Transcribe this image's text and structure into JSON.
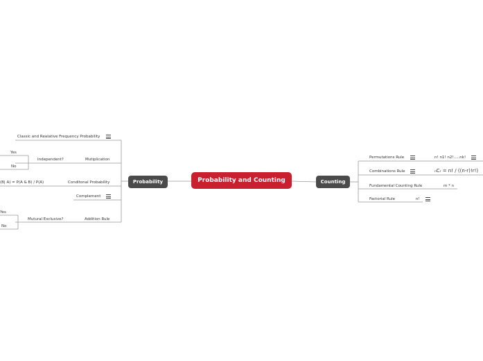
{
  "root": {
    "label": "Probability and Counting"
  },
  "probability": {
    "label": "Probability",
    "classic": "Classic and Realative Frequency Probability",
    "multiplication": "Mutiplication",
    "independent": "Independent?",
    "yes": "Yes",
    "no": "No",
    "conditional": "Conditonal Probability",
    "conditional_formula": "(B| A) = P(A & B) / P(A)",
    "complement": "Complement",
    "addition": "Addition Rule",
    "mutually_exclusive": "Mutural Exclusive?",
    "yes2": "Yes",
    "no2": "No"
  },
  "counting": {
    "label": "Counting",
    "permutations": "Permutations Rule",
    "permutations_formula": "n! n1! n2!.....nk!",
    "combinations": "Combinations Rule",
    "combinations_formula": "ₙCᵣ = n! / ((n-r)!r!)",
    "fundamental": "Fundamental Counting Rule",
    "fundamental_formula": "m * n",
    "factorial": "Factorial Rule",
    "factorial_formula": "n!"
  },
  "colors": {
    "root": "#c8202f",
    "main": "#4a4a4a",
    "line": "#999999"
  },
  "icons": {
    "note": "notes-icon"
  }
}
